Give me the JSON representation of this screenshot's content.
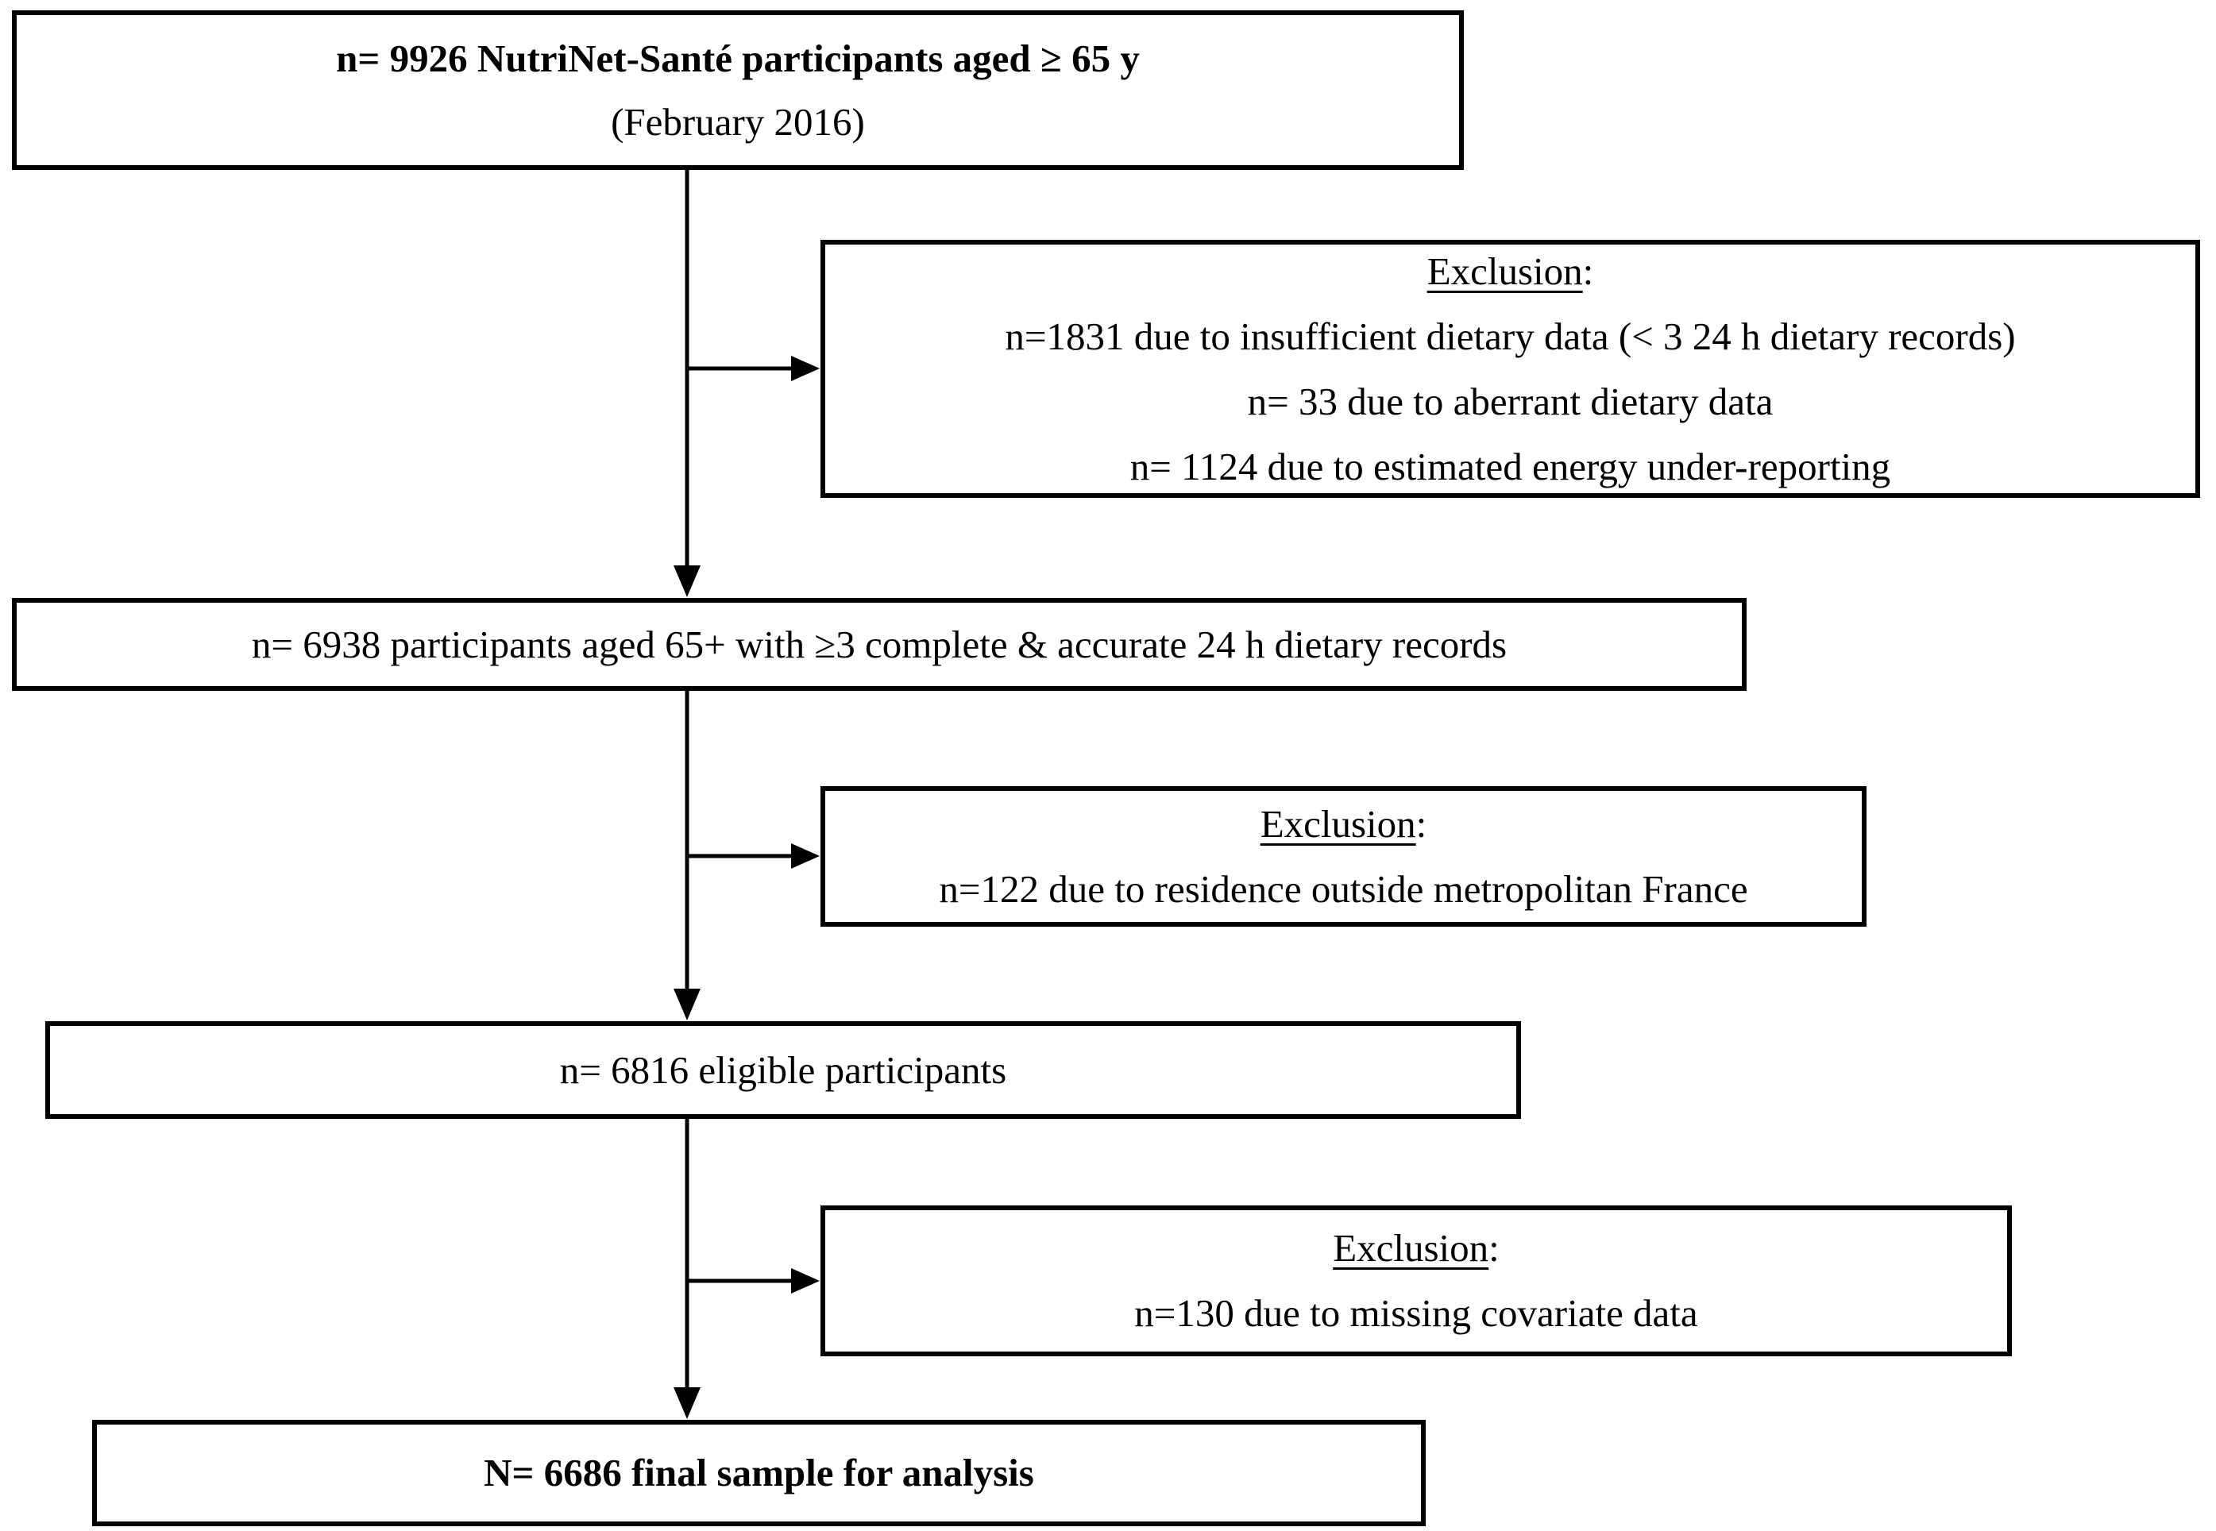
{
  "figure": {
    "colors": {
      "background": "#ffffff",
      "line": "#000000",
      "text": "#000000"
    },
    "boxes": {
      "enrollment": {
        "line1": "n= 9926 NutriNet-Santé participants aged ≥ 65 y",
        "line2": "(February 2016)"
      },
      "exclusion1": {
        "heading": "Exclusion",
        "colon": ":",
        "items": [
          "n=1831 due to insufficient dietary data (< 3 24 h dietary records)",
          "n= 33 due to aberrant dietary data",
          "n= 1124 due to estimated energy under-reporting"
        ]
      },
      "dietary": {
        "text": "n= 6938 participants aged 65+ with ≥3 complete & accurate 24 h dietary records"
      },
      "exclusion2": {
        "heading": "Exclusion",
        "colon": ":",
        "items": [
          "n=122 due to residence outside metropolitan France"
        ]
      },
      "eligible": {
        "text": "n= 6816 eligible participants"
      },
      "exclusion3": {
        "heading": "Exclusion",
        "colon": ":",
        "items": [
          "n=130 due to missing covariate data"
        ]
      },
      "final": {
        "text": "N= 6686 final sample for analysis"
      }
    }
  }
}
